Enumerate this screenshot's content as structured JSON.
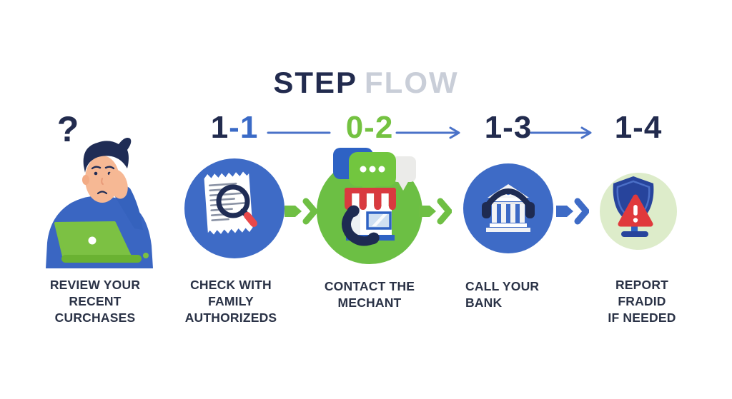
{
  "title": {
    "primary": "STEP",
    "secondary": "FLOW"
  },
  "intro": {
    "question_mark": "?",
    "illustration": "person-laptop-illustration",
    "caption": "REVIEW YOUR\nRECENT\nCURCHASES"
  },
  "steps": [
    {
      "number_primary": "1",
      "number_secondary": "-1",
      "icon": "receipt-magnifier-icon",
      "circle_color": "#3e6bc6",
      "caption": "CHECK WITH\nFAMILY\nAUTHORIZEDS"
    },
    {
      "number_primary": "0",
      "number_secondary": "-2",
      "icon": "storefront-phone-icon",
      "circle_color": "#6cbf44",
      "caption": "CONTACT THE\nMECHANT"
    },
    {
      "number_primary": "1",
      "number_secondary": "-3",
      "icon": "bank-headset-icon",
      "circle_color": "#3e6bc6",
      "caption": "CALL YOUR\nBANK"
    },
    {
      "number_primary": "1",
      "number_secondary": "-4",
      "icon": "shield-alert-icon",
      "circle_color": "#ddecca",
      "caption": "REPORT\nFRADID\nIF NEEDED"
    }
  ],
  "colors": {
    "navy": "#222b4e",
    "blue": "#3e6bc6",
    "connector_blue": "#4a72c8",
    "green": "#6fbf44",
    "light_green": "#ddecca",
    "gray": "#c9ced8",
    "red": "#e0393c",
    "skin": "#f6b894",
    "laptop_green": "#7cc143"
  }
}
